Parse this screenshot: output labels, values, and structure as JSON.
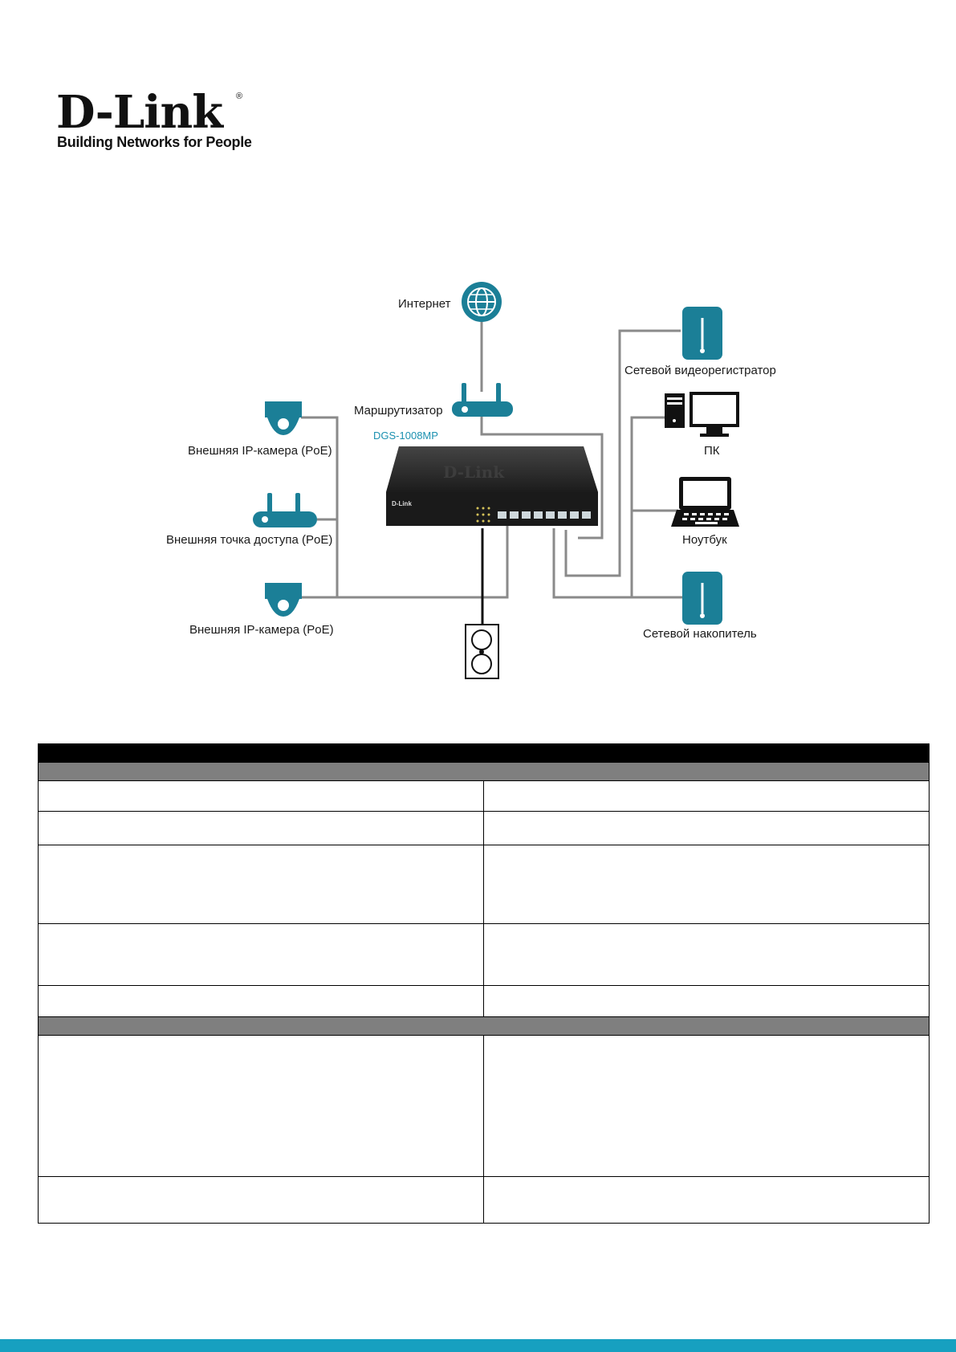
{
  "logo": {
    "wordmark": "D-Link",
    "registered": "®",
    "tagline": "Building Networks for People"
  },
  "diagram": {
    "model": "DGS-1008MP",
    "labels": {
      "internet": "Интернет",
      "router": "Маршрутизатор",
      "nvr": "Сетевой видеорегистратор",
      "pc": "ПК",
      "laptop": "Ноутбук",
      "nas": "Сетевой накопитель",
      "camera_top": "Внешняя IP-камера (PoE)",
      "access_point": "Внешняя точка доступа (PoE)",
      "camera_bottom": "Внешняя IP-камера (PoE)"
    },
    "switch_brand": "D-Link",
    "accent_color": "#1b7f97"
  },
  "table": {
    "header": "",
    "sections": [
      {
        "title": "",
        "rows": [
          [
            "",
            ""
          ],
          [
            "",
            ""
          ],
          [
            "",
            ""
          ],
          [
            "",
            ""
          ],
          [
            "",
            ""
          ]
        ]
      },
      {
        "title": "",
        "rows": [
          [
            "",
            ""
          ],
          [
            "",
            ""
          ]
        ]
      }
    ]
  },
  "colors": {
    "bottom_bar": "#17a0c0",
    "table_header": "#000000",
    "section_bar": "#7f7f7f"
  }
}
